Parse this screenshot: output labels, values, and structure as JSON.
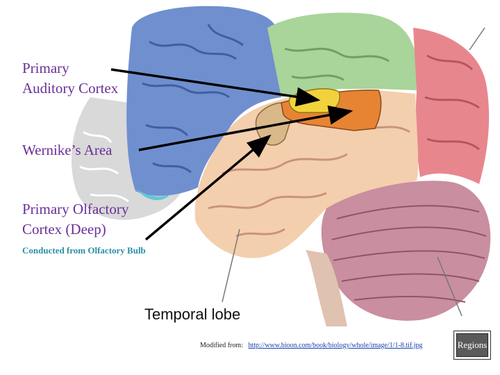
{
  "labels": {
    "auditory": [
      "Primary",
      "Auditory Cortex"
    ],
    "wernike": "Wernike’s Area",
    "olfactory": [
      "Primary Olfactory",
      "Cortex (Deep)"
    ],
    "olfactory_note": "Conducted from Olfactory Bulb"
  },
  "figure_label": "Temporal lobe",
  "credit": {
    "prefix": "Modified from:",
    "url": "http://www.bioon.com/book/biology/whole/image/1/1-8.tif.jpg"
  },
  "regions_button": "Regions",
  "colors": {
    "label_text": "#6a2f98",
    "note_text": "#2a8fa8",
    "frontal_lobe": "#6f8fcf",
    "parietal_lobe": "#a9d49a",
    "occipital_lobe": "#e8868e",
    "temporal_lobe": "#f3cfae",
    "cerebellum": "#c98ea0",
    "auditory_cortex": "#f2d23c",
    "wernike_area": "#e68434",
    "olfactory_area": "#d9b98a"
  }
}
